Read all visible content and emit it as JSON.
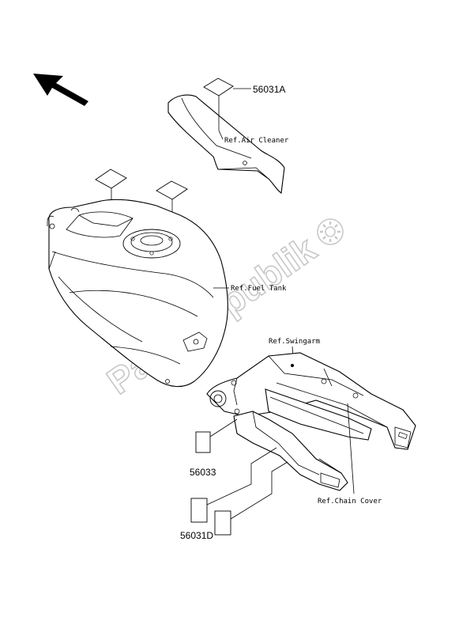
{
  "watermark": {
    "text": "PartsRepublik"
  },
  "labels": {
    "part_56031a": "56031A",
    "part_56033": "56033",
    "part_56031d": "56031D",
    "ref_air_cleaner": "Ref.Air Cleaner",
    "ref_fuel_tank": "Ref.Fuel Tank",
    "ref_swingarm": "Ref.Swingarm",
    "ref_chain_cover": "Ref.Chain Cover"
  },
  "icons": [
    "front-direction-arrow-icon",
    "gear-icon"
  ],
  "colors": {
    "line": "#000000",
    "watermark": "#c8c8c8",
    "background": "#ffffff"
  }
}
